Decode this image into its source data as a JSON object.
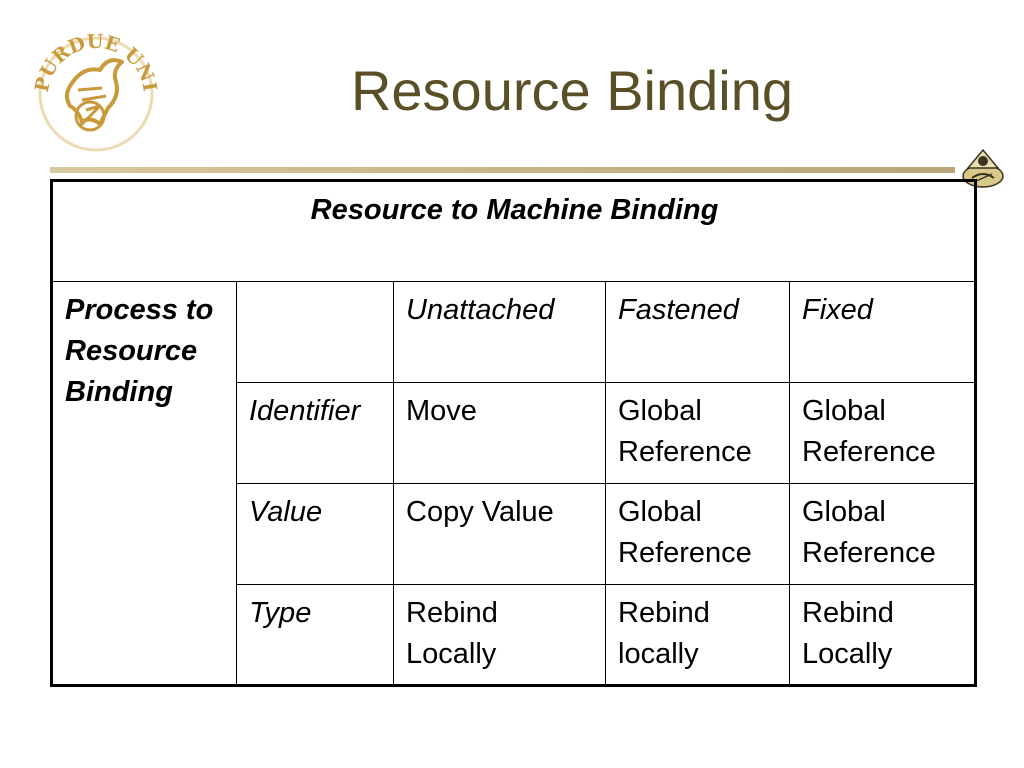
{
  "slide": {
    "title": "Resource Binding",
    "logo_icon": "purdue-university-seal-icon",
    "corner_icon": "purdue-pete-logo-icon"
  },
  "table": {
    "machine_binding_header": "Resource to Machine Binding",
    "process_binding_header": "Process to Resource Binding",
    "column_headers": [
      "",
      "Unattached",
      "Fastened",
      "Fixed"
    ],
    "rows": [
      {
        "label": "Identifier",
        "cells": [
          "Move",
          "Global Reference",
          "Global Reference"
        ]
      },
      {
        "label": "Value",
        "cells": [
          "Copy Value",
          "Global Reference",
          "Global Reference"
        ]
      },
      {
        "label": "Type",
        "cells": [
          "Rebind Locally",
          "Rebind locally",
          "Rebind Locally"
        ]
      }
    ]
  }
}
